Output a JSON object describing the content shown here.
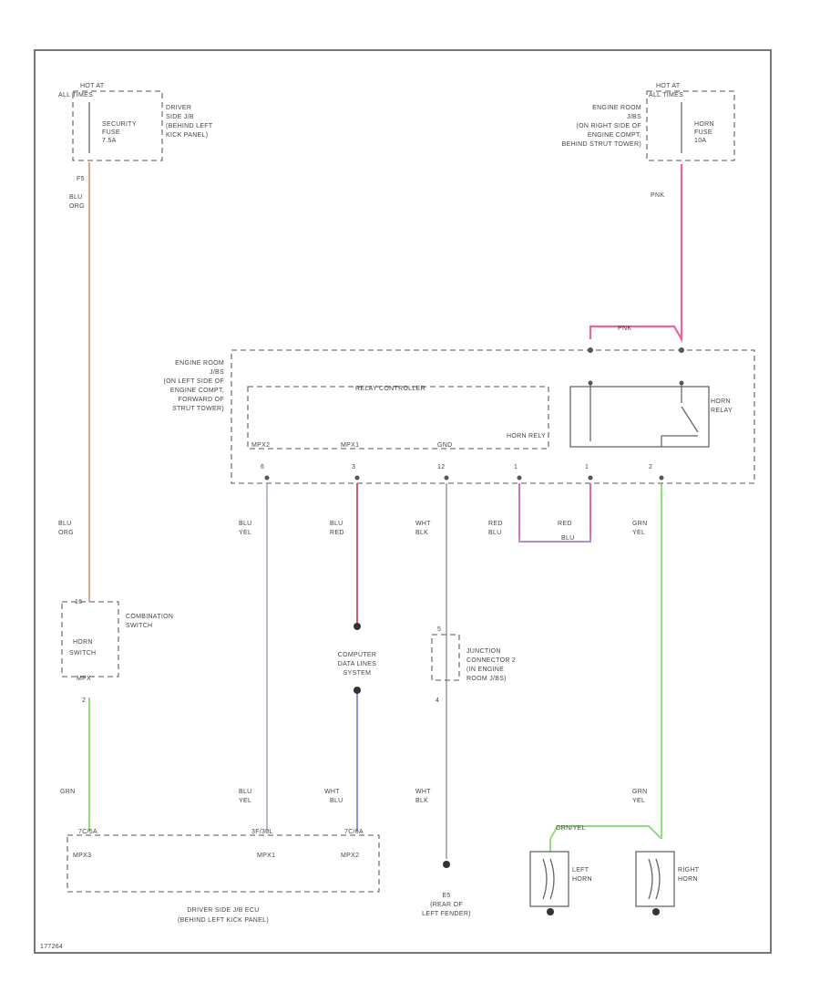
{
  "diagram": {
    "fuse_left": {
      "source": [
        "HOT AT",
        "ALL TIMES"
      ],
      "fuse": [
        "SECURITY",
        "FUSE",
        "7.5A"
      ],
      "location": [
        "DRIVER",
        "SIDE J/B",
        "(BEHIND LEFT",
        "KICK PANEL)"
      ],
      "pin": "F5"
    },
    "fuse_right": {
      "source": [
        "HOT AT",
        "ALL TIMES"
      ],
      "fuse": [
        "HORN",
        "FUSE",
        "10A"
      ],
      "location": [
        "ENGINE ROOM",
        "J/BS",
        "(ON RIGHT SIDE OF",
        "ENGINE COMPT,",
        "BEHIND STRUT TOWER)"
      ]
    },
    "engine_room_jb": {
      "location": [
        "ENGINE ROOM",
        "J/BS",
        "(ON LEFT SIDE OF",
        "ENGINE COMPT,",
        "FORWARD OF",
        "STRUT TOWER)"
      ]
    },
    "relay_controller": {
      "title": "RELAY CONTROLLER",
      "pins": [
        {
          "label": "MPX2",
          "num": "6"
        },
        {
          "label": "MPX1",
          "num": "3"
        },
        {
          "label": "GND",
          "num": "12"
        },
        {
          "label": "HORN RELY",
          "num": "1"
        }
      ]
    },
    "horn_relay": {
      "label": [
        "HORN",
        "RELAY"
      ],
      "pins": [
        "1",
        "2"
      ]
    },
    "wires": {
      "left_top": [
        "BLU",
        "ORG"
      ],
      "left_mid": [
        "BLU",
        "ORG"
      ],
      "pink_top": "PNK",
      "pink_loop": "PNK",
      "mpx2": [
        "BLU",
        "YEL"
      ],
      "mpx1": [
        "BLU",
        "RED"
      ],
      "gnd": [
        "WHT",
        "BLK"
      ],
      "relay_ctrl": [
        "RED",
        "BLU"
      ],
      "relay_ctrl2": [
        "RED",
        "BLU"
      ],
      "relay_out": [
        "GRN",
        "YEL"
      ],
      "horn_switch_out": "GRN",
      "mpx2_low": [
        "BLU",
        "YEL"
      ],
      "mpx_data_low": [
        "WHT",
        "BLU"
      ],
      "gnd_low": [
        "WHT",
        "BLK"
      ],
      "horn_feed": [
        "GRN",
        "YEL"
      ],
      "horn_cross": "GRN/YEL"
    },
    "combination_switch": {
      "label": [
        "COMBINATION",
        "SWITCH"
      ],
      "inner": [
        "HORN",
        "SWITCH"
      ],
      "pin_top": "16",
      "pin_bottom": "MPX",
      "pin_num": "2"
    },
    "computer_data_lines": [
      "COMPUTER",
      "DATA LINES",
      "SYSTEM"
    ],
    "junction_connector": {
      "label": [
        "JUNCTION",
        "CONNECTOR 2",
        "(IN ENGINE",
        "ROOM J/BS)"
      ],
      "pin_top": "5",
      "pin_bottom": "4"
    },
    "driver_jb_ecu": {
      "connectors": [
        "7C/5A",
        "3F/30L",
        "7C/6A"
      ],
      "pins": [
        "MPX3",
        "MPX1",
        "MPX2"
      ],
      "label": [
        "DRIVER SIDE J/B ECU",
        "(BEHIND LEFT KICK PANEL)"
      ]
    },
    "ground": [
      "E5",
      "(REAR OF",
      "LEFT FENDER)"
    ],
    "horns": {
      "left": [
        "LEFT",
        "HORN"
      ],
      "right": [
        "RIGHT",
        "HORN"
      ]
    },
    "footer_code": "177264"
  },
  "colors": {
    "frame": "#555555",
    "wire_orange": "#d8aa8a",
    "wire_pink": "#f0639a",
    "wire_red": "#d65a6a",
    "wire_purple": "#b58fd6",
    "wire_green": "#8ee07a",
    "wire_blue": "#8e92e8",
    "wire_gray": "#a8a8c8"
  }
}
